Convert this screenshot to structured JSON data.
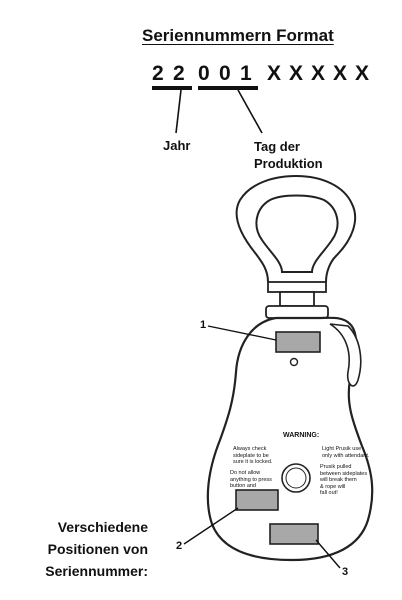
{
  "title": "Seriennummern Format",
  "serial": {
    "chars": [
      "2",
      "2",
      "0",
      "0",
      "1",
      "X",
      "X",
      "X",
      "X",
      "X"
    ]
  },
  "labels": {
    "year": "Jahr",
    "production_line1": "Tag der",
    "production_line2": "Produktion"
  },
  "positions_label": {
    "line1": "Verschiedene",
    "line2": "Positionen von",
    "line3": "Seriennummer:"
  },
  "callouts": [
    "1",
    "2",
    "3"
  ],
  "device_text": {
    "warning": "WARNING:",
    "left_top": [
      "Always check",
      "sideplate to be",
      "sure it is locked."
    ],
    "left_bottom": [
      "Do not allow",
      "anything to press",
      "button and"
    ],
    "right_top": [
      "Light Prusik use",
      "only with attendant."
    ],
    "right_bottom": [
      "Prusik pulled",
      "between sideplates",
      "will break them",
      "& rope will",
      "fall out!"
    ]
  }
}
